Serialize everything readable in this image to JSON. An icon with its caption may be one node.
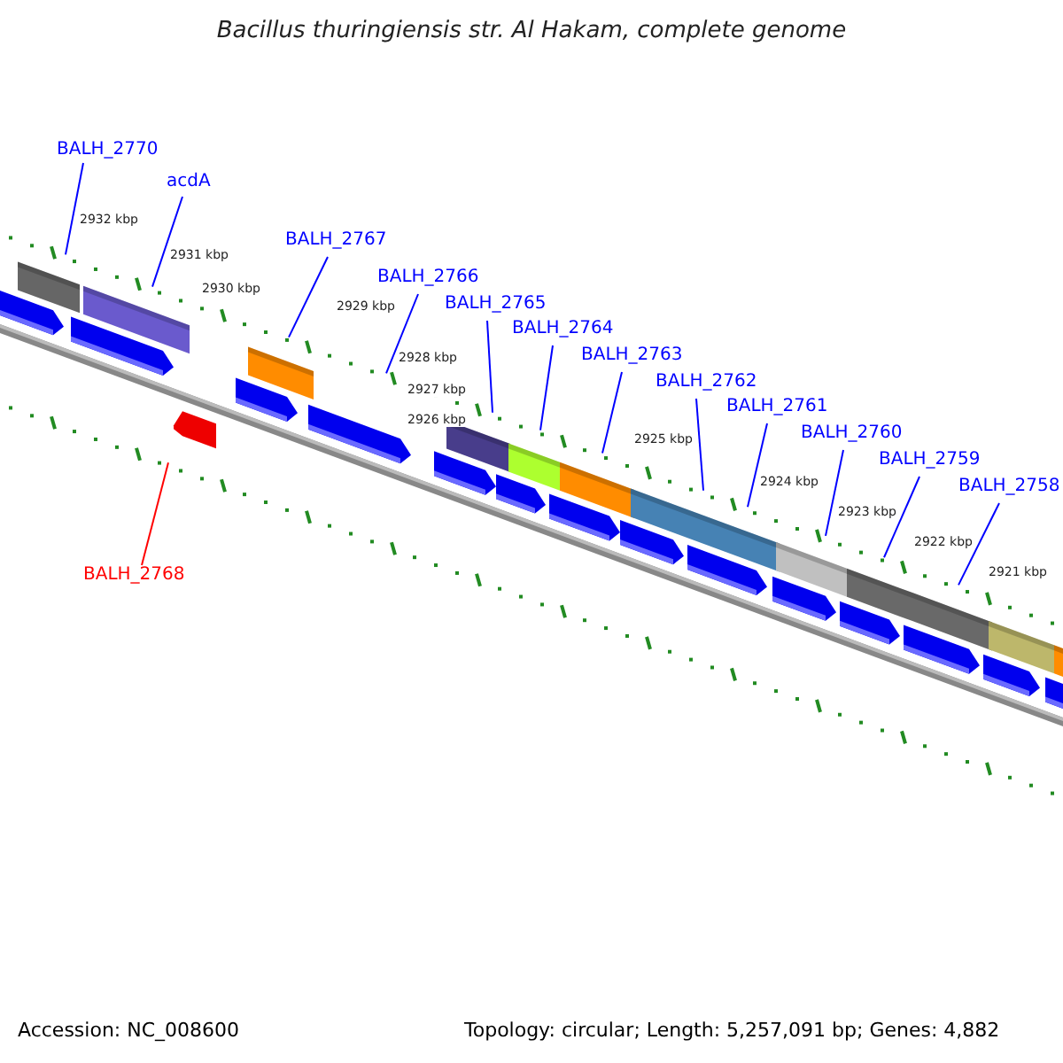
{
  "diagram": {
    "title": "Bacillus thuringiensis str. Al Hakam, complete genome",
    "nodes": [
      {
        "text": [
          "BALH_2770"
        ]
      },
      {
        "text": [
          "acdA"
        ]
      },
      {
        "text": [
          "BALH_2767"
        ]
      },
      {
        "text": [
          "BALH_2766"
        ]
      },
      {
        "text": [
          "BALH_2765"
        ]
      },
      {
        "text": [
          "BALH_2764"
        ]
      },
      {
        "text": [
          "BALH_2763"
        ]
      },
      {
        "text": [
          "BALH_2762"
        ]
      },
      {
        "text": [
          "BALH_2761"
        ]
      },
      {
        "text": [
          "BALH_2760"
        ]
      },
      {
        "text": [
          "BALH_2759"
        ]
      },
      {
        "text": [
          "BALH_2758"
        ]
      },
      {
        "text": [
          "BALH_2768"
        ]
      }
    ],
    "edges": [
      {
        "from": 0,
        "to": null,
        "arrow": "none"
      },
      {
        "from": 1,
        "to": null,
        "arrow": "none"
      },
      {
        "from": 2,
        "to": null,
        "arrow": "none"
      },
      {
        "from": 3,
        "to": null,
        "arrow": "none"
      },
      {
        "from": 4,
        "to": null,
        "arrow": "none"
      },
      {
        "from": 5,
        "to": null,
        "arrow": "none"
      },
      {
        "from": 6,
        "to": null,
        "arrow": "none"
      },
      {
        "from": 7,
        "to": null,
        "arrow": "none"
      },
      {
        "from": 8,
        "to": null,
        "arrow": "none"
      },
      {
        "from": 9,
        "to": null,
        "arrow": "none"
      },
      {
        "from": 10,
        "to": null,
        "arrow": "none"
      },
      {
        "from": 11,
        "to": null,
        "arrow": "none"
      },
      {
        "from": 12,
        "to": null,
        "arrow": "none",
        "color": "#ff0000"
      }
    ],
    "labels": [
      "2932 kbp",
      "2931 kbp",
      "2930 kbp",
      "2929 kbp",
      "2928 kbp",
      "2927 kbp",
      "2926 kbp",
      "2925 kbp",
      "2924 kbp",
      "2923 kbp",
      "2922 kbp",
      "2921 kbp",
      "Accession: NC_008600",
      "Topology: circular; Length: 5,257,091 bp; Genes: 4,882"
    ]
  }
}
